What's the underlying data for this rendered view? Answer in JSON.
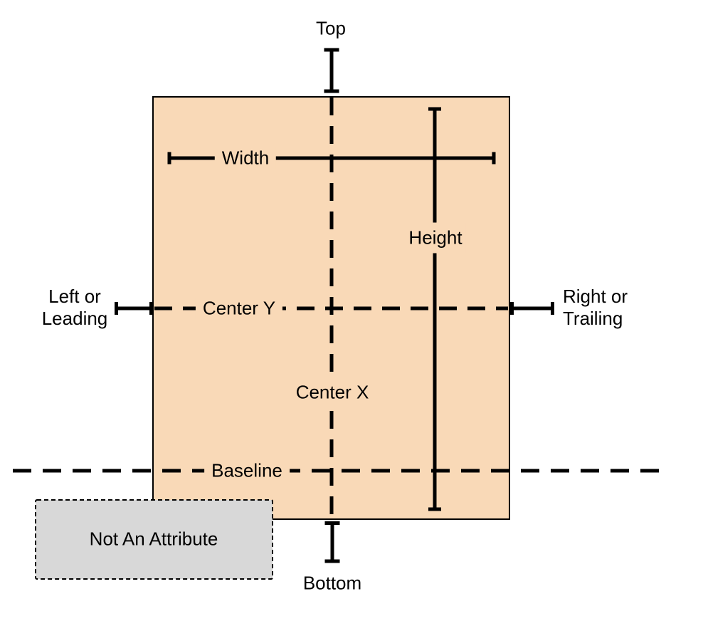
{
  "labels": {
    "top": "Top",
    "bottom": "Bottom",
    "width": "Width",
    "height": "Height",
    "center_x": "Center X",
    "center_y": "Center Y",
    "baseline": "Baseline",
    "left_line1": "Left or",
    "left_line2": "Leading",
    "right_line1": "Right or",
    "right_line2": "Trailing",
    "not_an_attribute": "Not An Attribute"
  },
  "colors": {
    "view_fill": "#F9D9B7",
    "view_border": "#000000",
    "line": "#000000",
    "not_attribute_fill": "#D8D8D8",
    "background": "#FFFFFF",
    "text": "#000000"
  }
}
